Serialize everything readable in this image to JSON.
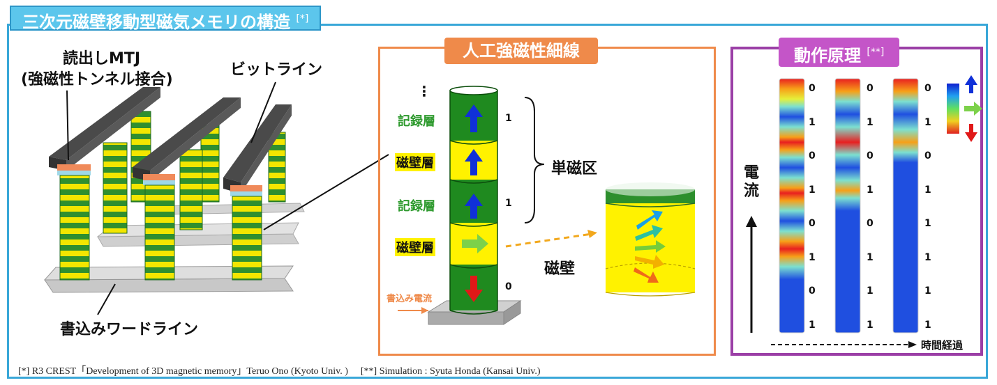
{
  "header": {
    "title": "三次元磁壁移動型磁気メモリの構造",
    "title_ref": "[*]"
  },
  "structure": {
    "read_mtj": "読出しMTJ",
    "read_mtj_sub": "(強磁性トンネル接合)",
    "bit_line": "ビットライン",
    "write_word_line": "書込みワードライン"
  },
  "artificial": {
    "tab": "人工強磁性細線",
    "ellipsis": "⋮",
    "layers": [
      {
        "label": "記録層",
        "kind": "record",
        "arrow": "up",
        "bit": "1"
      },
      {
        "label": "磁壁層",
        "kind": "wall",
        "arrow": "up",
        "bit": ""
      },
      {
        "label": "記録層",
        "kind": "record",
        "arrow": "up",
        "bit": "1"
      },
      {
        "label": "磁壁層",
        "kind": "wall",
        "arrow": "right",
        "bit": ""
      },
      {
        "label": "",
        "kind": "record",
        "arrow": "down",
        "bit": "0"
      }
    ],
    "single_domain": "単磁区",
    "domain_wall": "磁壁",
    "write_current": "書込み電流"
  },
  "principle": {
    "tab": "動作原理",
    "tab_ref": "[**]",
    "current": "電流",
    "time": "時間経過",
    "columns": [
      [
        "0",
        "1",
        "0",
        "1",
        "0",
        "1",
        "0",
        "1"
      ],
      [
        "0",
        "1",
        "0",
        "1",
        "0",
        "1",
        "1",
        "1"
      ],
      [
        "0",
        "1",
        "0",
        "1",
        "1",
        "1",
        "1",
        "1"
      ]
    ]
  },
  "footnote": {
    "ref1": "[*] R3 CREST「Development of 3D magnetic memory」Teruo Ono (Kyoto Univ. )",
    "ref2": "[**] Simulation : Syuta Honda (Kansai Univ.)"
  },
  "colors": {
    "frame": "#39a7d8",
    "orange": "#ef8a4a",
    "purple": "#9b3fa6",
    "green": "#1f8a1f",
    "yellow": "#fff200"
  }
}
